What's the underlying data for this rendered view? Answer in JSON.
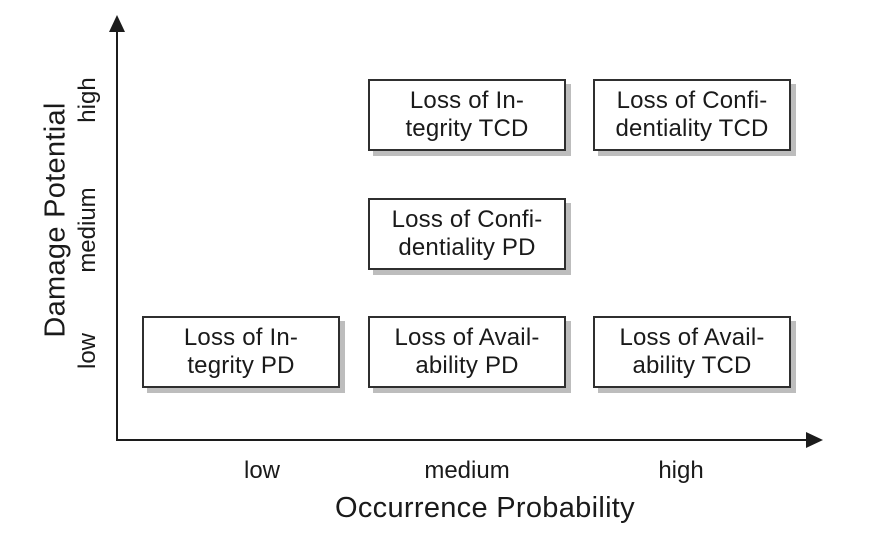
{
  "axis": {
    "x": {
      "label": "Occurrence Probability",
      "ticks": [
        "low",
        "medium",
        "high"
      ]
    },
    "y": {
      "label": "Damage Potential",
      "ticks": [
        "low",
        "medium",
        "high"
      ]
    }
  },
  "boxes": [
    {
      "line1": "Loss of In-",
      "line2": "tegrity TCD",
      "occurrence": "medium",
      "damage": "high"
    },
    {
      "line1": "Loss of Confi-",
      "line2": "dentiality TCD",
      "occurrence": "high",
      "damage": "high"
    },
    {
      "line1": "Loss of Confi-",
      "line2": "dentiality PD",
      "occurrence": "medium",
      "damage": "medium"
    },
    {
      "line1": "Loss of In-",
      "line2": "tegrity PD",
      "occurrence": "low",
      "damage": "low"
    },
    {
      "line1": "Loss of Avail-",
      "line2": "ability PD",
      "occurrence": "medium",
      "damage": "low"
    },
    {
      "line1": "Loss of Avail-",
      "line2": "ability TCD",
      "occurrence": "high",
      "damage": "low"
    }
  ],
  "colors": {
    "ink": "#1c1c1c",
    "box_border": "#2f2f2f",
    "box_fill": "#ffffff",
    "box_shadow": "#bdbdbd"
  },
  "chart_data": {
    "type": "scatter",
    "title": "",
    "xlabel": "Occurrence Probability",
    "ylabel": "Damage Potential",
    "x_categories": [
      "low",
      "medium",
      "high"
    ],
    "y_categories": [
      "low",
      "medium",
      "high"
    ],
    "grid": false,
    "legend_position": "none",
    "points": [
      {
        "label": "Loss of Integrity TCD",
        "occurrence": "medium",
        "damage": "high"
      },
      {
        "label": "Loss of Confidentiality TCD",
        "occurrence": "high",
        "damage": "high"
      },
      {
        "label": "Loss of Confidentiality PD",
        "occurrence": "medium",
        "damage": "medium"
      },
      {
        "label": "Loss of Integrity PD",
        "occurrence": "low",
        "damage": "low"
      },
      {
        "label": "Loss of Availability PD",
        "occurrence": "medium",
        "damage": "low"
      },
      {
        "label": "Loss of Availability TCD",
        "occurrence": "high",
        "damage": "low"
      }
    ]
  }
}
